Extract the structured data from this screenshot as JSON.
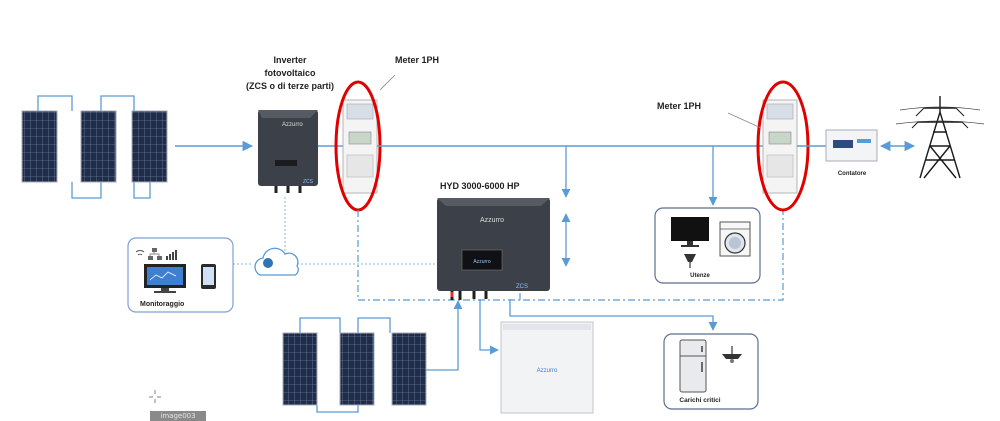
{
  "labels": {
    "inverter_line1": "Inverter",
    "inverter_line2": "fotovoltaico",
    "inverter_line3": "(ZCS o di terze parti)",
    "meter_left": "Meter  1PH",
    "meter_right": "Meter  1PH",
    "hybrid": "HYD 3000-6000 HP",
    "monitoring": "Monitoraggio",
    "counter": "Contatore",
    "loads": "Utenze",
    "critical": "Carichi critici",
    "brand": "Azzurro",
    "zcs_mark": "ZCS",
    "lcd_text": "Azzurro",
    "watermark": "image003"
  },
  "colors": {
    "power_line": "#5b9bd5",
    "dashed_line": "#5b9bd5",
    "dotted_line": "#9dc3e6",
    "highlight": "#e00000",
    "device_dark": "#3c4048",
    "panel_blue": "#1f2d4a",
    "box_border": "#7f9fd1"
  },
  "icons": [
    "solar-panel-icon",
    "inverter-icon",
    "meter-icon",
    "hybrid-inverter-icon",
    "battery-icon",
    "cloud-icon",
    "monitor-icon",
    "phone-icon",
    "tv-icon",
    "washer-icon",
    "lamp-icon",
    "fridge-icon",
    "pylon-icon",
    "energy-counter-icon",
    "wifi-icon",
    "network-icon",
    "signal-bars-icon"
  ]
}
